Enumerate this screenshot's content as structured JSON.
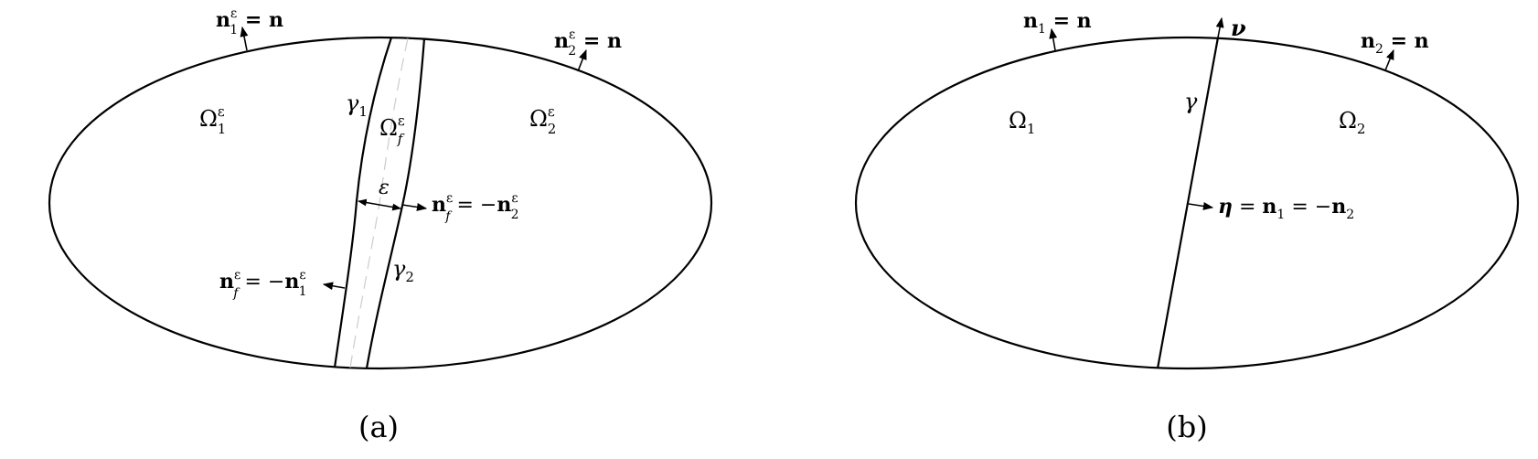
{
  "panel_a": {
    "caption": "(a)",
    "n1_top": {
      "base": "n",
      "sup": "ε",
      "sub": "1",
      "rhs": " = n"
    },
    "n2_top": {
      "base": "n",
      "sup": "ε",
      "sub": "2",
      "rhs": " = n"
    },
    "omega1": {
      "base": "Ω",
      "sup": "ε",
      "sub": "1"
    },
    "omega2": {
      "base": "Ω",
      "sup": "ε",
      "sub": "2"
    },
    "omegaf": {
      "base": "Ω",
      "sup": "ε",
      "sub": "f"
    },
    "gamma1": {
      "base": "γ",
      "sub": "1"
    },
    "gamma2": {
      "base": "γ",
      "sub": "2"
    },
    "epsilon": "ε",
    "nf_right": {
      "base": "n",
      "sup": "ε",
      "sub": "f",
      "mid": " = −",
      "base2": "n",
      "sup2": "ε",
      "sub2": "2"
    },
    "nf_left": {
      "base": "n",
      "sup": "ε",
      "sub": "f",
      "mid": " = −",
      "base2": "n",
      "sup2": "ε",
      "sub2": "1"
    }
  },
  "panel_b": {
    "caption": "(b)",
    "n1_top": {
      "base": "n",
      "sub": "1",
      "rhs": " = n"
    },
    "n2_top": {
      "base": "n",
      "sub": "2",
      "rhs": " = n"
    },
    "omega1": {
      "base": "Ω",
      "sub": "1"
    },
    "omega2": {
      "base": "Ω",
      "sub": "2"
    },
    "gamma": "γ",
    "nu": "ν",
    "eta_eq": {
      "eta": "η",
      "eq1": " = ",
      "n1": "n",
      "n1sub": "1",
      "eq2": " = −",
      "n2": "n",
      "n2sub": "2"
    }
  },
  "colors": {
    "stroke": "#000000",
    "dash": "#cccccc"
  }
}
